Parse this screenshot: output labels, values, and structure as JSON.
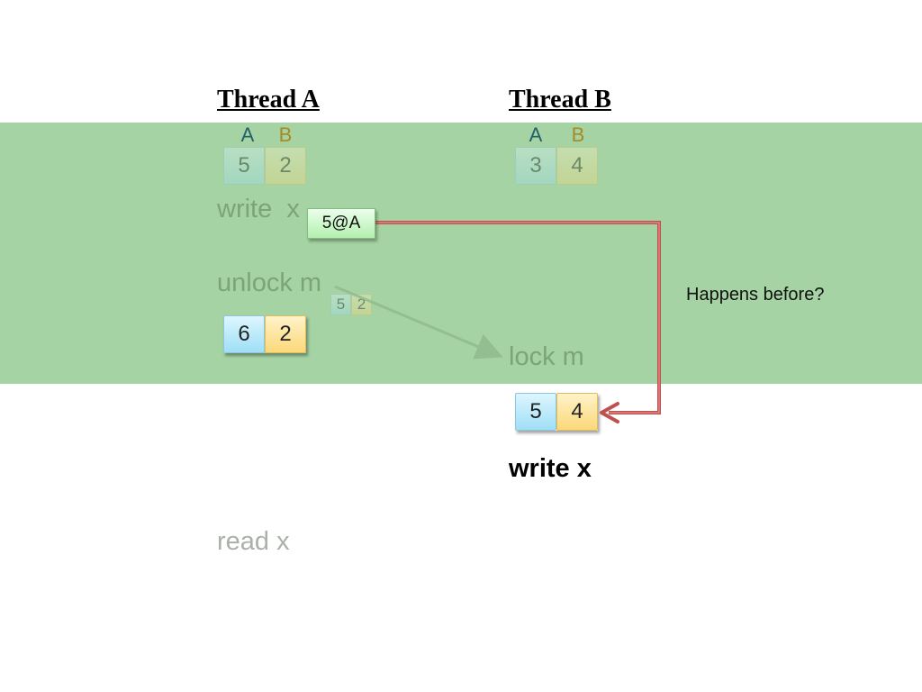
{
  "thread_a": {
    "title": "Thread A",
    "col_a": "A",
    "col_b": "B",
    "clock_initial": [
      "5",
      "2"
    ],
    "ops": {
      "write": "write  x",
      "unlock": "unlock m",
      "read": "read x"
    },
    "clock_after_unlock": [
      "6",
      "2"
    ]
  },
  "thread_b": {
    "title": "Thread B",
    "col_a": "A",
    "col_b": "B",
    "clock_initial": [
      "3",
      "4"
    ],
    "ops": {
      "lock": "lock m",
      "write": "write x"
    },
    "clock_after_lock": [
      "5",
      "4"
    ]
  },
  "lock_message": [
    "5",
    "2"
  ],
  "write_tag": "5@A",
  "note": "Happens before?",
  "colors": {
    "band": "#a5d3a3",
    "arrow": "#c0504d",
    "clock_a": "#9fdff5",
    "clock_b": "#fbd87a"
  }
}
